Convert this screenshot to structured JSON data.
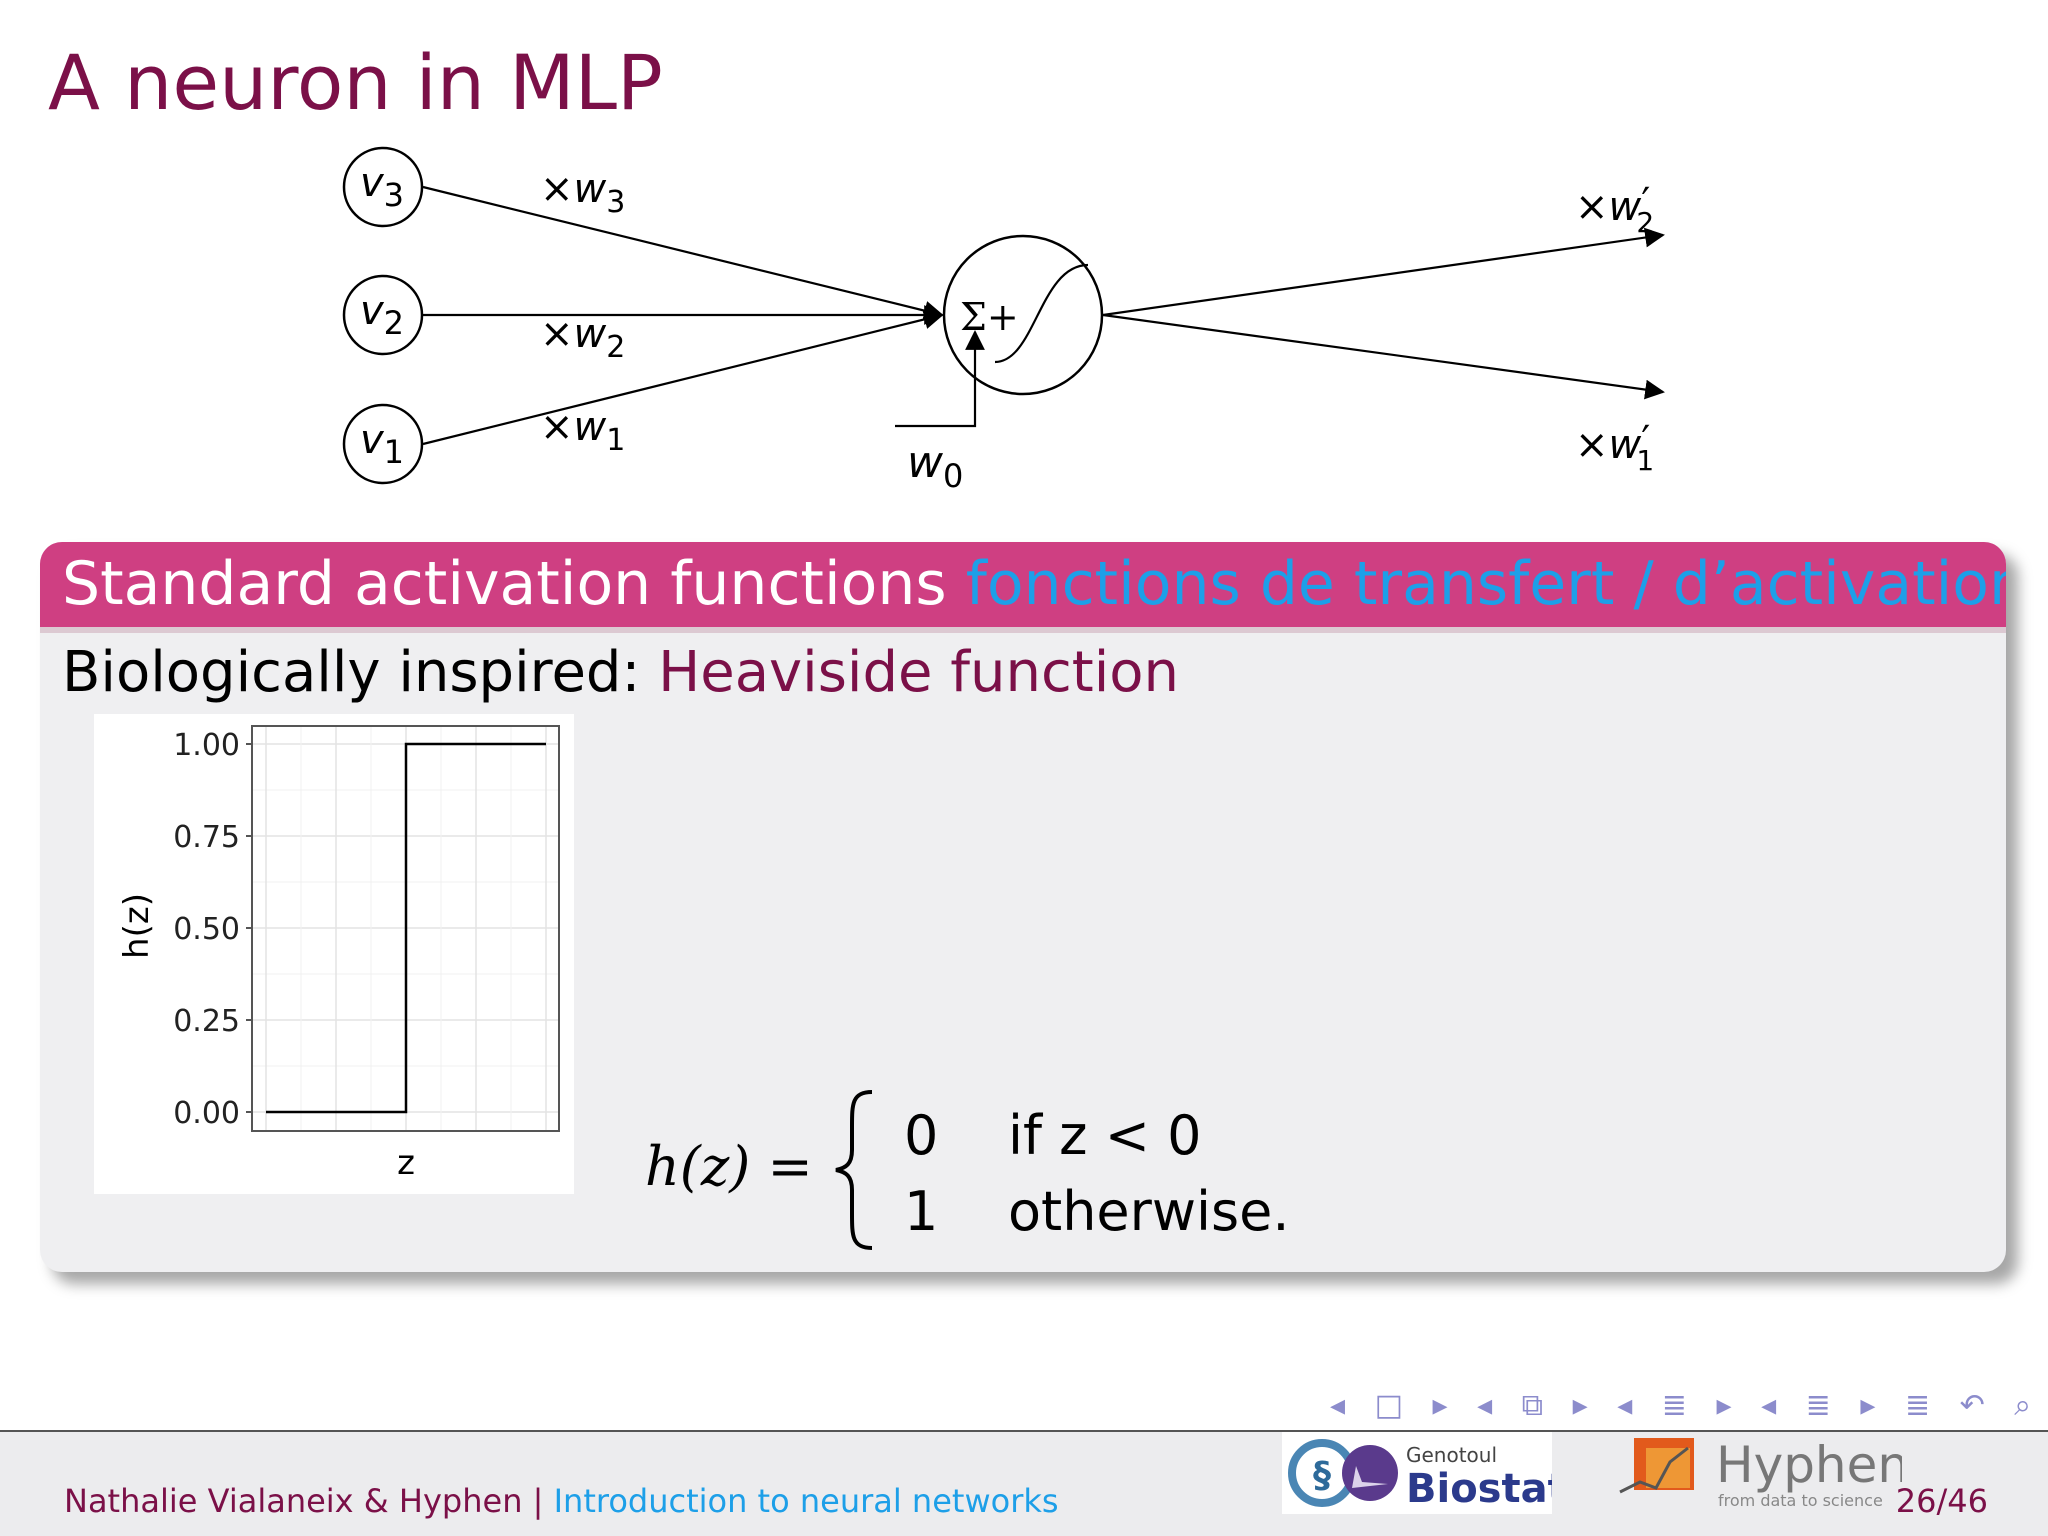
{
  "slide": {
    "title": "A neuron in MLP",
    "page": "26/46"
  },
  "diagram": {
    "inputs": [
      {
        "base": "v",
        "sub": "3",
        "weight_base": "×w",
        "weight_sub": "3"
      },
      {
        "base": "v",
        "sub": "2",
        "weight_base": "×w",
        "weight_sub": "2"
      },
      {
        "base": "v",
        "sub": "1",
        "weight_base": "×w",
        "weight_sub": "1"
      }
    ],
    "neuron_label": "Σ+",
    "bias_base": "w",
    "bias_sub": "0",
    "outputs": [
      {
        "base": "×w",
        "prime": "′",
        "sub": "2"
      },
      {
        "base": "×w",
        "prime": "′",
        "sub": "1"
      }
    ]
  },
  "block": {
    "header_en": "Standard activation functions",
    "header_fr": "fonctions de transfert / d’activation",
    "sub_prefix": "Biologically inspired:",
    "sub_highlight": "Heaviside function"
  },
  "equation": {
    "lhs": "h(z) =",
    "rows": [
      {
        "value": "0",
        "cond": "if z < 0"
      },
      {
        "value": "1",
        "cond": "otherwise."
      }
    ]
  },
  "chart_data": {
    "type": "line",
    "title": "",
    "xlabel": "z",
    "ylabel": "h(z)",
    "yticks": [
      "0.00",
      "0.25",
      "0.50",
      "0.75",
      "1.00"
    ],
    "ylim": [
      0,
      1
    ],
    "grid": true,
    "series": [
      {
        "x": [
          -1,
          0,
          0,
          1
        ],
        "y": [
          0,
          0,
          1,
          1
        ]
      }
    ]
  },
  "navigation": {
    "symbols": "◂ □ ▸ ◂ ⧉ ▸ ◂ ≣ ▸ ◂ ≣ ▸ ≣ ↶ ⌕ ↷"
  },
  "footer": {
    "authors": "Nathalie Vialaneix & Hyphen",
    "separator": "|",
    "talk_title": "Introduction to neural networks",
    "logo1_small": "Genotoul",
    "logo1_big": "Biostat",
    "logo2_big": "Hyphen",
    "logo2_small": "from data to science"
  },
  "colors": {
    "title": "#7b1048",
    "block_header": "#cf3f82",
    "french": "#1d9fe8",
    "block_body": "#efeff1"
  }
}
